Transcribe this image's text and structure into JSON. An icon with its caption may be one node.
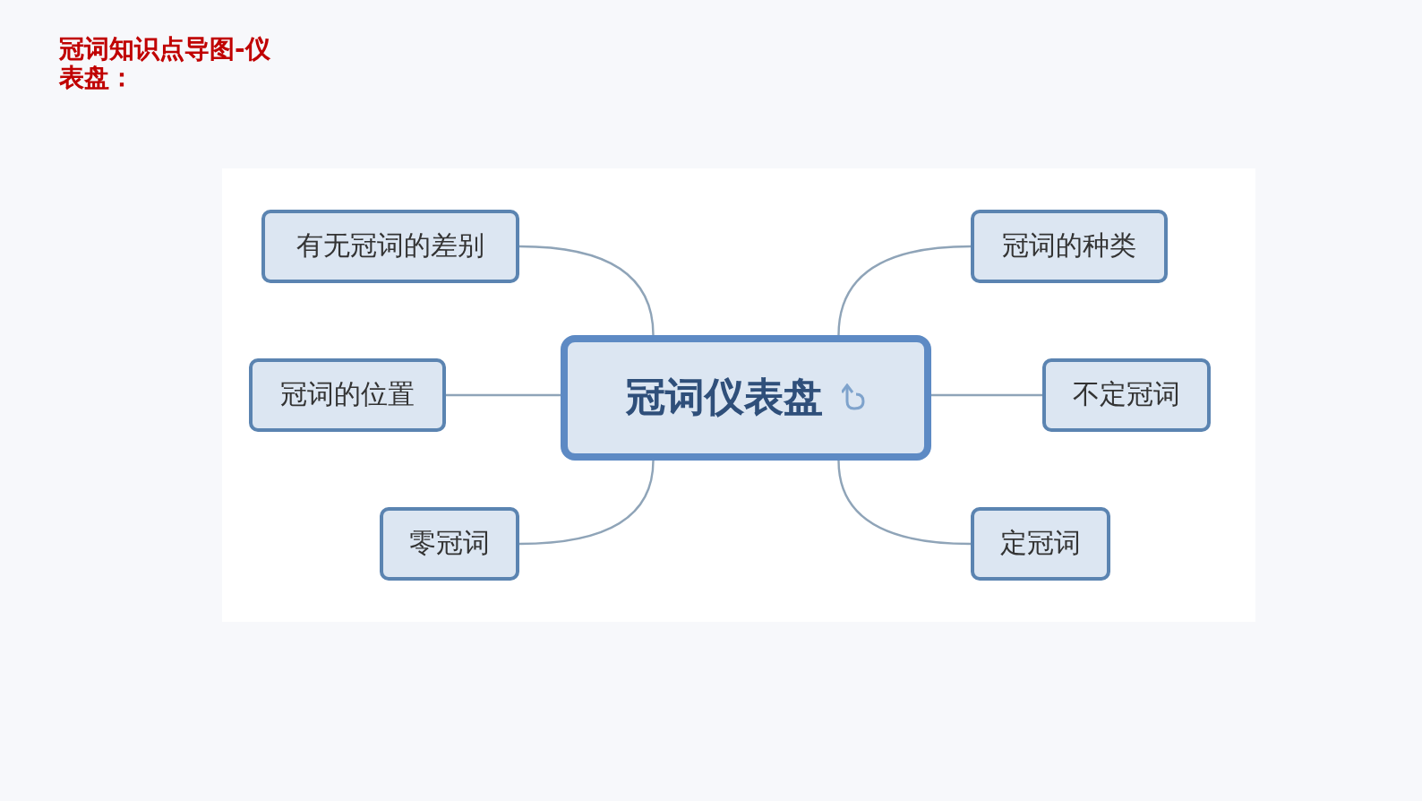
{
  "diagram": {
    "title": "冠词知识点导图-仪表盘：",
    "nodes": [
      {
        "text": [
          "冠词仪表盘"
        ]
      },
      {
        "text": [
          "有无冠词的差别"
        ]
      },
      {
        "text": [
          "冠词的种类"
        ]
      },
      {
        "text": [
          "冠词的位置"
        ]
      },
      {
        "text": [
          "不定冠词"
        ]
      },
      {
        "text": [
          "零冠词"
        ]
      },
      {
        "text": [
          "定冠词"
        ]
      }
    ],
    "edges": [
      {
        "from": 0,
        "to": 1,
        "arrow": "none"
      },
      {
        "from": 0,
        "to": 2,
        "arrow": "none"
      },
      {
        "from": 0,
        "to": 3,
        "arrow": "none"
      },
      {
        "from": 0,
        "to": 4,
        "arrow": "none"
      },
      {
        "from": 0,
        "to": 5,
        "arrow": "none"
      },
      {
        "from": 0,
        "to": 6,
        "arrow": "none"
      }
    ]
  }
}
